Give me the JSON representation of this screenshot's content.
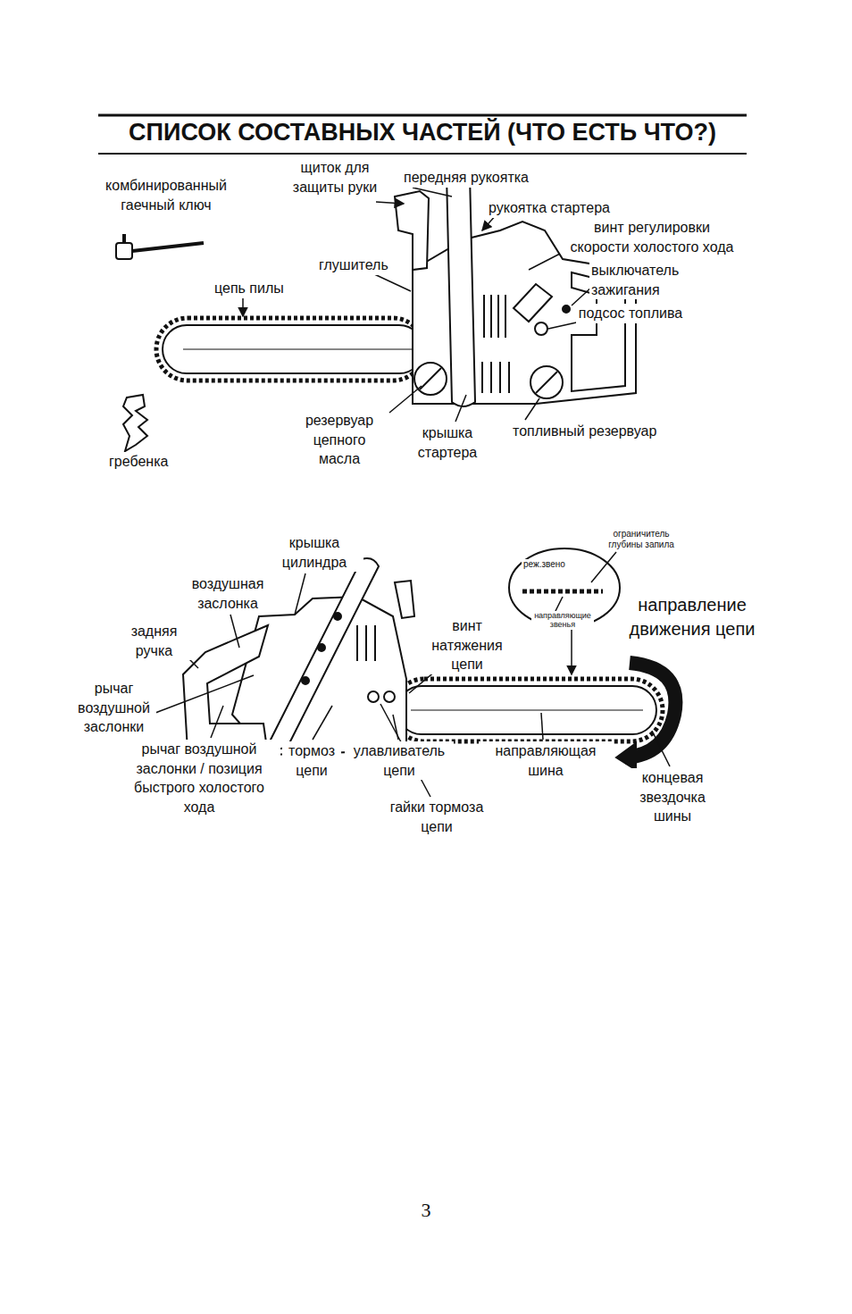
{
  "diagram": {
    "title": "СПИСОК СОСТАВНЫХ ЧАСТЕЙ (ЧТО ЕСТЬ ЧТО?)",
    "labels": [
      "щиток для защиты руки",
      "передняя рукоятка",
      "комбинированный гаечный ключ",
      "рукоятка стартера",
      "винт регулировки скорости холостого хода",
      "глушитель",
      "выключатель зажигания",
      "цепь пилы",
      "подсос топлива",
      "резервуар цепного масла",
      "крышка стартера",
      "топливный резервуар",
      "гребенка",
      "крышка цилиндра",
      "воздушная заслонка",
      "ограничитель глубины запила",
      "реж.звено",
      "направляющие звенья",
      "направление движения цепи",
      "задняя ручка",
      "винт натяжения цепи",
      "рычаг воздушной заслонки",
      "рычаг воздушной заслонки / позиция быстрого холостого хода",
      "тормоз цепи",
      "улавливатель цепи",
      "направляющая шина",
      "концевая звездочка шины",
      "гайки тормоза цепи",
      "3"
    ]
  }
}
